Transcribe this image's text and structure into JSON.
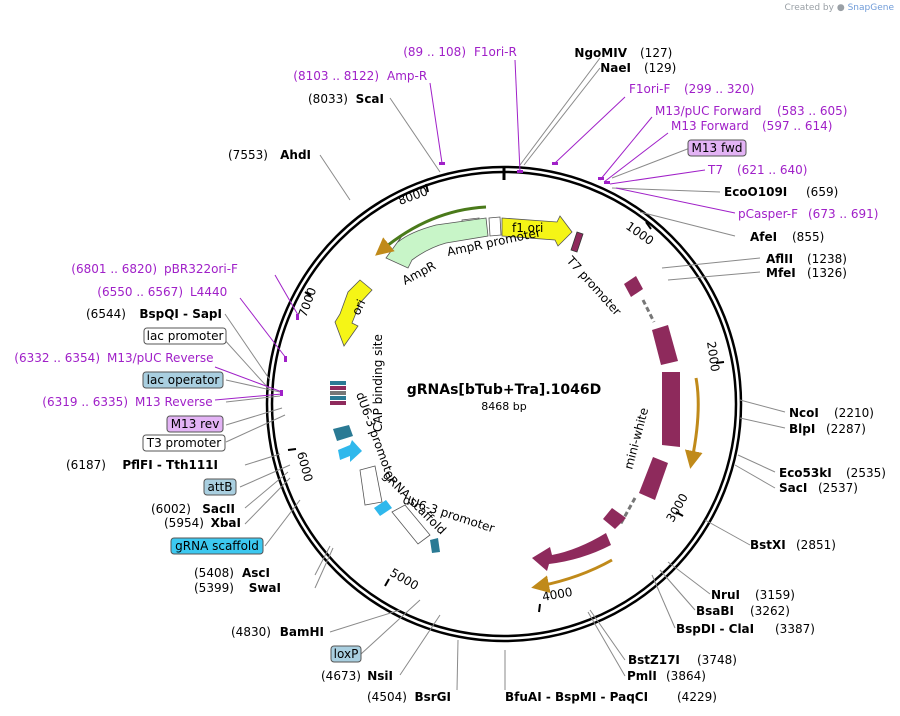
{
  "credit": {
    "prefix": "Created by",
    "brand": "SnapGene"
  },
  "plasmid": {
    "name": "gRNAs[bTub+Tra].1046D",
    "length": "8468 bp"
  },
  "ticks": [
    "1000",
    "2000",
    "3000",
    "4000",
    "5000",
    "6000",
    "7000",
    "8000"
  ],
  "sites": [
    {
      "id": "ngomiv",
      "name": "NgoMIV",
      "pos": "(127)"
    },
    {
      "id": "naei",
      "name": "NaeI",
      "pos": "(129)"
    },
    {
      "id": "eco0109i",
      "name": "EcoO109I",
      "pos": "(659)"
    },
    {
      "id": "afei",
      "name": "AfeI",
      "pos": "(855)"
    },
    {
      "id": "aflii",
      "name": "AflII",
      "pos": "(1238)"
    },
    {
      "id": "mfei",
      "name": "MfeI",
      "pos": "(1326)"
    },
    {
      "id": "ncoi",
      "name": "NcoI",
      "pos": "(2210)"
    },
    {
      "id": "blpi",
      "name": "BlpI",
      "pos": "(2287)"
    },
    {
      "id": "eco53ki",
      "name": "Eco53kI",
      "pos": "(2535)"
    },
    {
      "id": "saci",
      "name": "SacI",
      "pos": "(2537)"
    },
    {
      "id": "bstxi",
      "name": "BstXI",
      "pos": "(2851)"
    },
    {
      "id": "nrui",
      "name": "NruI",
      "pos": "(3159)"
    },
    {
      "id": "bsabi",
      "name": "BsaBI",
      "pos": "(3262)"
    },
    {
      "id": "bspdi",
      "name": "BspDI - ClaI",
      "pos": "(3387)"
    },
    {
      "id": "bstz17i",
      "name": "BstZ17I",
      "pos": "(3748)"
    },
    {
      "id": "pmli",
      "name": "PmlI",
      "pos": "(3864)"
    },
    {
      "id": "bfuai",
      "name": "BfuAI - BspMI - PaqCI",
      "pos": "(4229)"
    },
    {
      "id": "bsrgi",
      "name": "BsrGI",
      "pos": "(4504)"
    },
    {
      "id": "nsii",
      "name": "NsiI",
      "pos": "(4673)"
    },
    {
      "id": "bamhi",
      "name": "BamHI",
      "pos": "(4830)"
    },
    {
      "id": "swai",
      "name": "SwaI",
      "pos": "(5399)"
    },
    {
      "id": "asci",
      "name": "AscI",
      "pos": "(5408)"
    },
    {
      "id": "xbai",
      "name": "XbaI",
      "pos": "(5954)"
    },
    {
      "id": "sacii",
      "name": "SacII",
      "pos": "(6002)"
    },
    {
      "id": "pflfi",
      "name": "PflFI - Tth111I",
      "pos": "(6187)"
    },
    {
      "id": "bspqi",
      "name": "BspQI - SapI",
      "pos": "(6544)"
    },
    {
      "id": "ahdi",
      "name": "AhdI",
      "pos": "(7553)"
    },
    {
      "id": "scai",
      "name": "ScaI",
      "pos": "(8033)"
    }
  ],
  "primers": [
    {
      "id": "f1ori-r",
      "name": "F1ori-R",
      "range": "(89 .. 108)"
    },
    {
      "id": "amp-r",
      "name": "Amp-R",
      "range": "(8103 .. 8122)"
    },
    {
      "id": "f1ori-f",
      "name": "F1ori-F",
      "range": "(299 .. 320)"
    },
    {
      "id": "m13puc-fwd",
      "name": "M13/pUC Forward",
      "range": "(583 .. 605)"
    },
    {
      "id": "m13-fwd",
      "name": "M13 Forward",
      "range": "(597 .. 614)"
    },
    {
      "id": "t7",
      "name": "T7",
      "range": "(621 .. 640)"
    },
    {
      "id": "pcasper-f",
      "name": "pCasper-F",
      "range": "(673 .. 691)"
    },
    {
      "id": "pbr322ori-f",
      "name": "pBR322ori-F",
      "range": "(6801 .. 6820)"
    },
    {
      "id": "l4440",
      "name": "L4440",
      "range": "(6550 .. 6567)"
    },
    {
      "id": "m13puc-rev",
      "name": "M13/pUC Reverse",
      "range": "(6332 .. 6354)"
    },
    {
      "id": "m13-rev",
      "name": "M13 Reverse",
      "range": "(6319 .. 6335)"
    }
  ],
  "boxes": [
    {
      "id": "m13-fwd-box",
      "text": "M13 fwd",
      "color": "#e3b3f5"
    },
    {
      "id": "lac-promoter",
      "text": "lac promoter",
      "color": "#ffffff"
    },
    {
      "id": "lac-operator",
      "text": "lac operator",
      "color": "#a9cfe0"
    },
    {
      "id": "m13-rev-box",
      "text": "M13 rev",
      "color": "#e3b3f5"
    },
    {
      "id": "t3-promoter",
      "text": "T3 promoter",
      "color": "#ffffff"
    },
    {
      "id": "attb",
      "text": "attB",
      "color": "#a9cfe0"
    },
    {
      "id": "grna-scaffold-box",
      "text": "gRNA scaffold",
      "color": "#3cc8f0"
    },
    {
      "id": "loxp",
      "text": "loxP",
      "color": "#a9cfe0"
    }
  ],
  "features": {
    "f1_ori": "f1 ori",
    "ampr": "AmpR",
    "ampr_promoter": "AmpR promoter",
    "ori": "ori",
    "t7_promoter": "T7 promoter",
    "mini_white": "mini-white",
    "cap_site": "CAP binding site",
    "du6_3_promoter": "dU6-3 promoter",
    "grna_scaffold": "gRNA scaffold"
  },
  "colors": {
    "f1ori": "#f5f516",
    "ori": "#f5f516",
    "ampr": "#c8f5c8",
    "miniwhite": "#8e2a5c",
    "primer": "#a020c8",
    "grna": "#2fb8ec",
    "du6": "#2a7a94"
  }
}
